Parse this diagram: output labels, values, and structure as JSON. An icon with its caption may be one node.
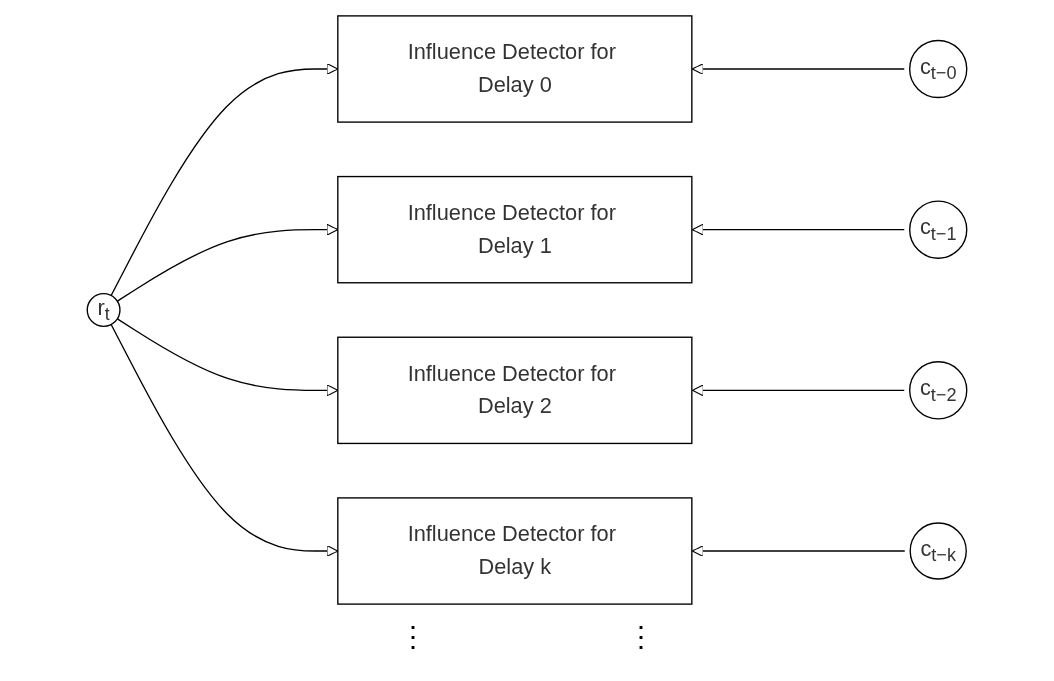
{
  "diagram": {
    "nodes": [
      {
        "text": [
          "r$_{t}$"
        ]
      },
      {
        "text": [
          "Influence Detector for Delay 0"
        ]
      },
      {
        "text": [
          "Influence Detector for Delay 1"
        ]
      },
      {
        "text": [
          "Influence Detector for Delay 2"
        ]
      },
      {
        "text": [
          "Influence Detector for Delay k"
        ]
      },
      {
        "text": [
          "c$_{t−0}$"
        ]
      },
      {
        "text": [
          "c$_{t−1}$"
        ]
      },
      {
        "text": [
          "c$_{t−2}$"
        ]
      },
      {
        "text": [
          "c$_{t−k}$"
        ]
      }
    ],
    "edges": [
      {
        "from": 0,
        "to": 1,
        "arrow": "to"
      },
      {
        "from": 0,
        "to": 2,
        "arrow": "to"
      },
      {
        "from": 0,
        "to": 3,
        "arrow": "to"
      },
      {
        "from": 0,
        "to": 4,
        "arrow": "to"
      },
      {
        "from": 5,
        "to": 1,
        "arrow": "to"
      },
      {
        "from": 6,
        "to": 2,
        "arrow": "to"
      },
      {
        "from": 7,
        "to": 3,
        "arrow": "to"
      },
      {
        "from": 8,
        "to": 4,
        "arrow": "to"
      }
    ],
    "labels": [
      "⋮",
      "⋮"
    ]
  }
}
